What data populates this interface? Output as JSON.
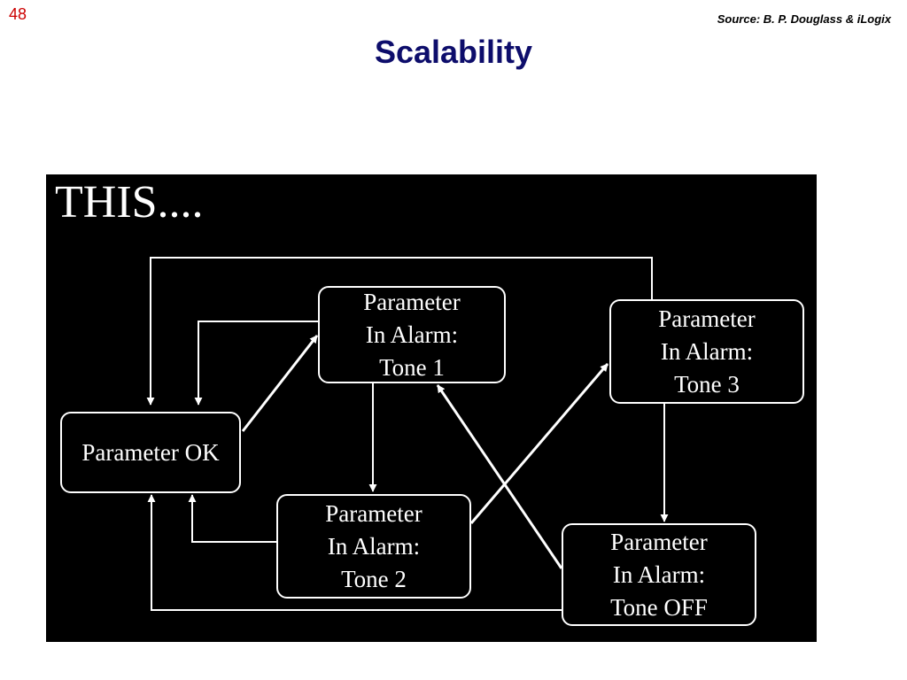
{
  "slide": {
    "number": "48",
    "source": "Source: B. P. Douglass & iLogix",
    "title": "Scalability"
  },
  "diagram": {
    "heading": "THIS....",
    "colors": {
      "background": "#000000",
      "foreground": "#ffffff",
      "title": "#0d0d6b",
      "slide_number": "#cc0000"
    },
    "states": {
      "ok": "Parameter OK",
      "tone1": "Parameter\nIn Alarm:\nTone 1",
      "tone2": "Parameter\nIn Alarm:\nTone 2",
      "tone3": "Parameter\nIn Alarm:\nTone 3",
      "tone_off": "Parameter\nIn Alarm:\nTone OFF"
    },
    "transitions": [
      {
        "from": "ok",
        "to": "tone1"
      },
      {
        "from": "tone1",
        "to": "ok"
      },
      {
        "from": "tone1",
        "to": "tone2"
      },
      {
        "from": "tone2",
        "to": "ok"
      },
      {
        "from": "tone2",
        "to": "tone3"
      },
      {
        "from": "tone3",
        "to": "ok"
      },
      {
        "from": "tone3",
        "to": "tone_off"
      },
      {
        "from": "tone_off",
        "to": "tone1"
      },
      {
        "from": "tone_off",
        "to": "ok"
      }
    ]
  }
}
